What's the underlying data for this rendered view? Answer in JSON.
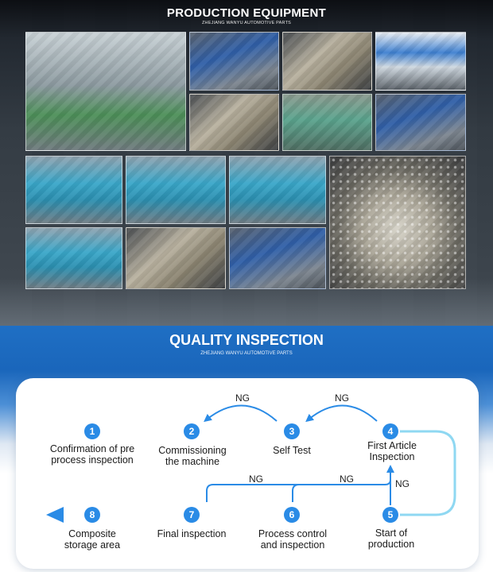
{
  "production": {
    "title": "PRODUCTION EQUIPMENT",
    "subtitle": "ZHEJIANG WANYU AUTOMOTIVE PARTS"
  },
  "quality": {
    "title": "QUALITY INSPECTION",
    "subtitle": "ZHEJIANG WANYU AUTOMOTIVE PARTS",
    "steps": [
      {
        "num": "1",
        "label_lines": [
          "Confirmation of pre",
          "process inspection"
        ]
      },
      {
        "num": "2",
        "label_lines": [
          "Commissioning",
          "the machine"
        ]
      },
      {
        "num": "3",
        "label_lines": [
          "Self Test"
        ]
      },
      {
        "num": "4",
        "label_lines": [
          "First Article",
          "Inspection"
        ]
      },
      {
        "num": "5",
        "label_lines": [
          "Start of",
          "production"
        ]
      },
      {
        "num": "6",
        "label_lines": [
          "Process control",
          "and inspection"
        ]
      },
      {
        "num": "7",
        "label_lines": [
          "Final inspection"
        ]
      },
      {
        "num": "8",
        "label_lines": [
          "Composite",
          "storage area"
        ]
      }
    ],
    "ng_label": "NG",
    "colors": {
      "flow": "#2a8be6",
      "accent": "#1f6fc4"
    }
  }
}
